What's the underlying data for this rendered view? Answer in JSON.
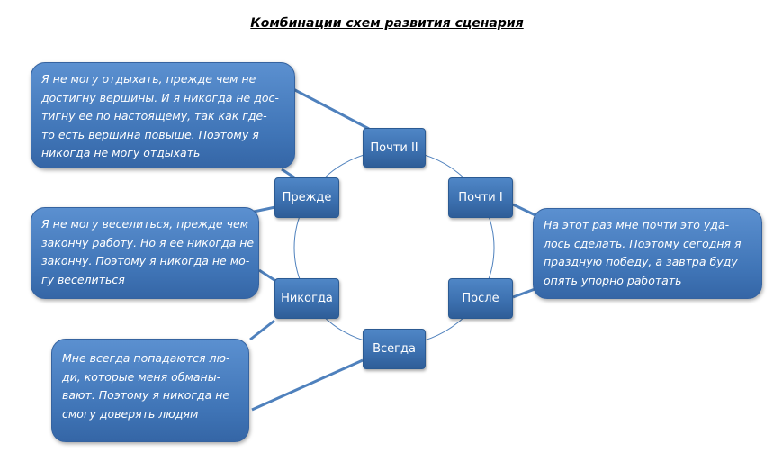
{
  "title": "Комбинации схем развития сценария",
  "colors": {
    "node_fill": "#3b6fae",
    "connector": "#4f81bd",
    "text": "#ffffff"
  },
  "nodes": {
    "pochti2": "Почти II",
    "pochti1": "Почти I",
    "posle": "После",
    "vsegda": "Всегда",
    "nikogda": "Никогда",
    "prezhde": "Прежде"
  },
  "callouts": {
    "prezhde": [
      "Я не могу отдыхать, прежде чем не",
      "достигну вершины. И я никогда не дос-",
      "тигну ее по настоящему, так как где-",
      "то есть вершина повыше. Поэтому я",
      "никогда не могу отдыхать"
    ],
    "nikogda": [
      "Я не могу веселиться,  прежде чем",
      "закончу работу. Но я ее никогда не",
      "закончу. Поэтому я никогда не мо-",
      "гу веселиться"
    ],
    "pochti": [
      "На этот раз мне почти это уда-",
      "лось сделать. Поэтому сегодня я",
      "праздную победу, а завтра буду",
      "опять упорно работать"
    ],
    "vsegda": [
      "Мне всегда попадаются лю-",
      "ди, которые меня обманы-",
      "вают. Поэтому я никогда не",
      "смогу доверять людям"
    ]
  }
}
